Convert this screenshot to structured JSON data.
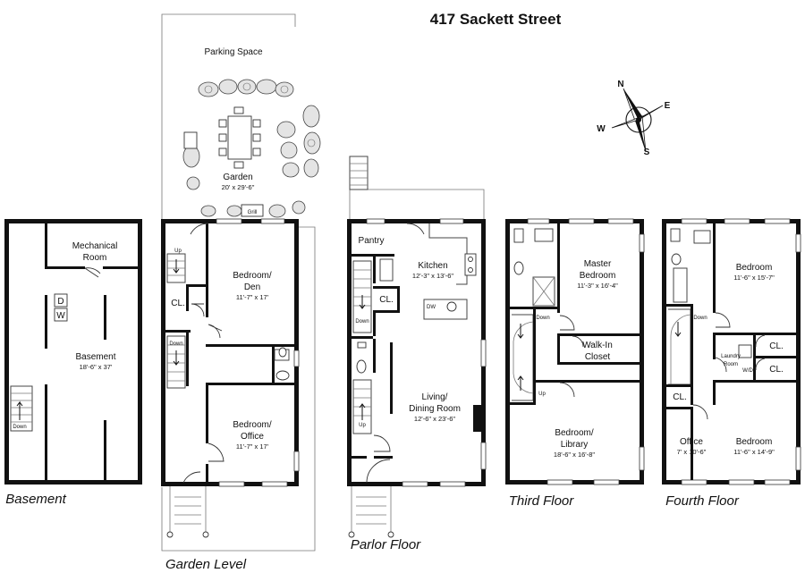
{
  "title": "417 Sackett Street",
  "compass": {
    "n": "N",
    "e": "E",
    "s": "S",
    "w": "W"
  },
  "floors": {
    "basement": "Basement",
    "garden": "Garden Level",
    "parlor": "Parlor Floor",
    "third": "Third Floor",
    "fourth": "Fourth Floor"
  },
  "basement": {
    "mechanical_line1": "Mechanical",
    "mechanical_line2": "Room",
    "washer": "W",
    "dryer": "D",
    "room": "Basement",
    "dims": "18'-6\" x 37'",
    "stair": "Down"
  },
  "garden": {
    "parking": "Parking Space",
    "garden_room": "Garden",
    "garden_dims": "20' x 29'-6\"",
    "grill": "Grill",
    "bedroom_den_line1": "Bedroom/",
    "bedroom_den_line2": "Den",
    "bedroom_den_dims": "11'-7\" x 17'",
    "bedroom_office_line1": "Bedroom/",
    "bedroom_office_line2": "Office",
    "bedroom_office_dims": "11'-7\" x 17'",
    "closet": "CL.",
    "up": "Up",
    "down": "Down"
  },
  "parlor": {
    "pantry": "Pantry",
    "kitchen": "Kitchen",
    "kitchen_dims": "12'-3\" x 13'-6\"",
    "closet": "CL.",
    "dishwasher": "DW",
    "living_line1": "Living/",
    "living_line2": "Dining Room",
    "living_dims": "12'-6\" x 23'-6\"",
    "down": "Down",
    "up": "Up"
  },
  "third": {
    "master_line1": "Master",
    "master_line2": "Bedroom",
    "master_dims": "11'-3\" x 16'-4\"",
    "walkin_line1": "Walk-In",
    "walkin_line2": "Closet",
    "library_line1": "Bedroom/",
    "library_line2": "Library",
    "library_dims": "18'-6\" x 16'-8\"",
    "down": "Down",
    "up": "Up"
  },
  "fourth": {
    "bedroom_top": "Bedroom",
    "bedroom_top_dims": "11'-6\" x 15'-7\"",
    "closet_a": "CL.",
    "closet_b": "CL.",
    "closet_c": "CL.",
    "laundry_line1": "Laundry",
    "laundry_line2": "Room",
    "wd": "W/D",
    "office": "Office",
    "office_dims": "7' x 10'-6\"",
    "bedroom_bottom": "Bedroom",
    "bedroom_bottom_dims": "11'-6\" x 14'-9\"",
    "down": "Down"
  }
}
